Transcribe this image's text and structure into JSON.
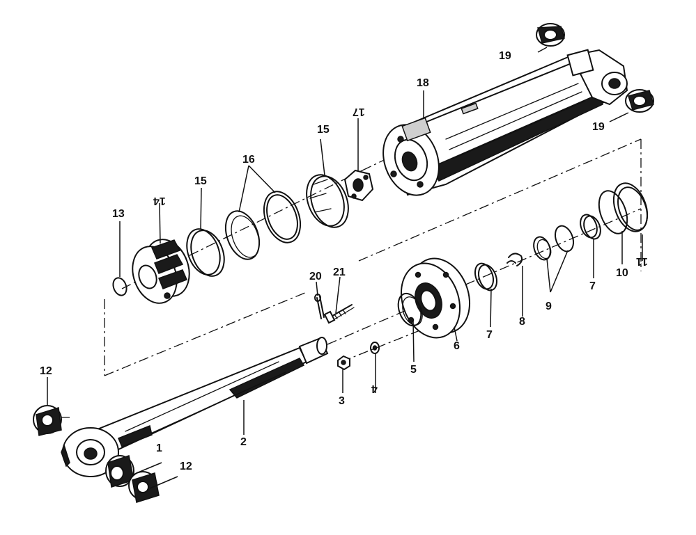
{
  "callouts": {
    "c1": "1",
    "c2": "2",
    "c3": "3",
    "c4": "4",
    "c5": "5",
    "c6": "6",
    "c7a": "7",
    "c7b": "7",
    "c8": "8",
    "c9": "9",
    "c10": "10",
    "c11": "11",
    "c12a": "12",
    "c12b": "12",
    "c13": "13",
    "c14": "14",
    "c15a": "15",
    "c15b": "15",
    "c16": "16",
    "c17": "17",
    "c18": "18",
    "c19a": "19",
    "c19b": "19",
    "c20": "20",
    "c21": "21"
  }
}
